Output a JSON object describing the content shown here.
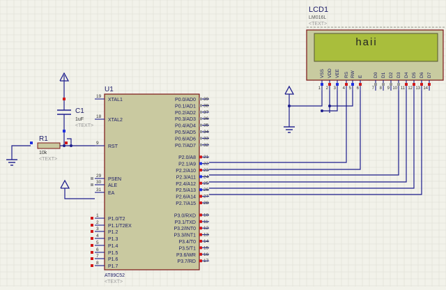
{
  "colors": {
    "background": "#f2f2ea",
    "grid": "#d9d9cf",
    "wire": "#1c1c8c",
    "ic_body": "#c9c9a0",
    "ic_outline": "#7a1414",
    "lcd_bezel": "#c8cba0",
    "lcd_screen": "#a9be3c",
    "label": "#1a1a66",
    "pin_marker_blue": "#2030e0",
    "pin_marker_red": "#d21818"
  },
  "lcd": {
    "ref": "LCD1",
    "part": "LM016L",
    "text_tag": "<TEXT>",
    "screen_text": "haii",
    "pin_names": [
      "VSS",
      "VDD",
      "VEE",
      "RS",
      "RW",
      "E",
      "D0",
      "D1",
      "D2",
      "D3",
      "D4",
      "D5",
      "D6",
      "D7"
    ],
    "pin_numbers": [
      "1",
      "2",
      "3",
      "4",
      "5",
      "6",
      "7",
      "8",
      "9",
      "10",
      "11",
      "12",
      "13",
      "14"
    ]
  },
  "mcu": {
    "ref": "U1",
    "part": "AT89C52",
    "text_tag": "<TEXT>",
    "left_pins": [
      {
        "num": "19",
        "name": "XTAL1"
      },
      {
        "num": "18",
        "name": "XTAL2"
      },
      {
        "num": "9",
        "name": "RST"
      },
      {
        "num": "29",
        "name": "PSEN"
      },
      {
        "num": "30",
        "name": "ALE"
      },
      {
        "num": "31",
        "name": "EA"
      },
      {
        "num": "1",
        "name": "P1.0/T2"
      },
      {
        "num": "2",
        "name": "P1.1/T2EX"
      },
      {
        "num": "3",
        "name": "P1.2"
      },
      {
        "num": "4",
        "name": "P1.3"
      },
      {
        "num": "5",
        "name": "P1.4"
      },
      {
        "num": "6",
        "name": "P1.5"
      },
      {
        "num": "7",
        "name": "P1.6"
      },
      {
        "num": "8",
        "name": "P1.7"
      }
    ],
    "right_pins": [
      {
        "num": "39",
        "name": "P0.0/AD0"
      },
      {
        "num": "38",
        "name": "P0.1/AD1"
      },
      {
        "num": "37",
        "name": "P0.2/AD2"
      },
      {
        "num": "36",
        "name": "P0.3/AD3"
      },
      {
        "num": "35",
        "name": "P0.4/AD4"
      },
      {
        "num": "34",
        "name": "P0.5/AD5"
      },
      {
        "num": "33",
        "name": "P0.6/AD6"
      },
      {
        "num": "32",
        "name": "P0.7/AD7"
      },
      {
        "num": "21",
        "name": "P2.0/A8"
      },
      {
        "num": "22",
        "name": "P2.1/A9"
      },
      {
        "num": "23",
        "name": "P2.2/A10"
      },
      {
        "num": "24",
        "name": "P2.3/A11"
      },
      {
        "num": "25",
        "name": "P2.4/A12"
      },
      {
        "num": "26",
        "name": "P2.5/A13"
      },
      {
        "num": "27",
        "name": "P2.6/A14"
      },
      {
        "num": "28",
        "name": "P2.7/A15"
      },
      {
        "num": "10",
        "name": "P3.0/RXD"
      },
      {
        "num": "11",
        "name": "P3.1/TXD"
      },
      {
        "num": "12",
        "name": "P3.2/INT0"
      },
      {
        "num": "13",
        "name": "P3.3/INT1"
      },
      {
        "num": "14",
        "name": "P3.4/T0"
      },
      {
        "num": "15",
        "name": "P3.5/T1"
      },
      {
        "num": "16",
        "name": "P3.6/WR"
      },
      {
        "num": "17",
        "name": "P3.7/RD"
      }
    ]
  },
  "capacitor": {
    "ref": "C1",
    "value": "1uF",
    "text_tag": "<TEXT>"
  },
  "resistor": {
    "ref": "R1",
    "value": "10k",
    "text_tag": "<TEXT>"
  }
}
